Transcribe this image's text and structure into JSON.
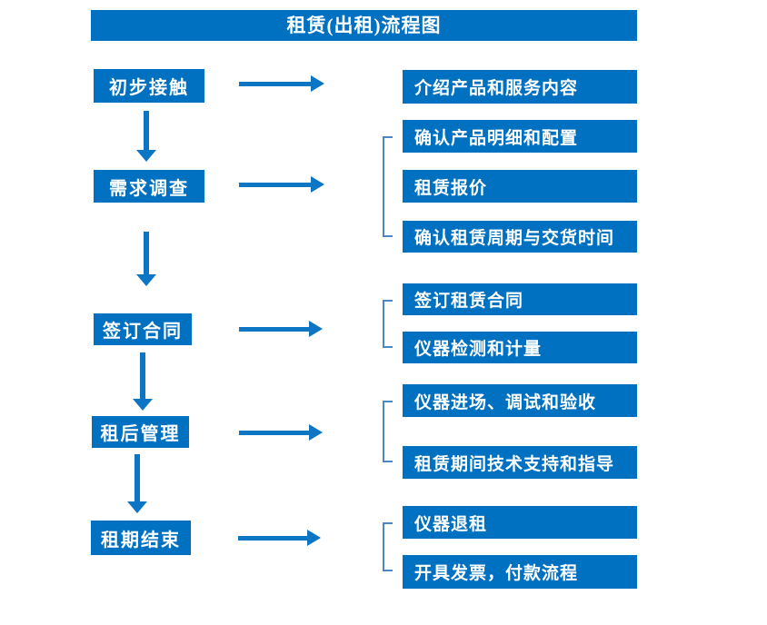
{
  "title": "租赁(出租)流程图",
  "colors": {
    "box_blue": "#0070c0",
    "arrow_blue": "#0d76c4",
    "bracket_blue": "#4a86c8",
    "text_white": "#ffffff"
  },
  "steps": [
    {
      "label": "初步接触"
    },
    {
      "label": "需求调查"
    },
    {
      "label": "签订合同"
    },
    {
      "label": "租后管理"
    },
    {
      "label": "租期结束"
    }
  ],
  "details": [
    {
      "label": "介绍产品和服务内容"
    },
    {
      "label": "确认产品明细和配置"
    },
    {
      "label": "租赁报价"
    },
    {
      "label": "确认租赁周期与交货时间"
    },
    {
      "label": "签订租赁合同"
    },
    {
      "label": "仪器检测和计量"
    },
    {
      "label": "仪器进场、调试和验收"
    },
    {
      "label": "租赁期间技术支持和指导"
    },
    {
      "label": "仪器退租"
    },
    {
      "label": "开具发票，付款流程"
    }
  ]
}
